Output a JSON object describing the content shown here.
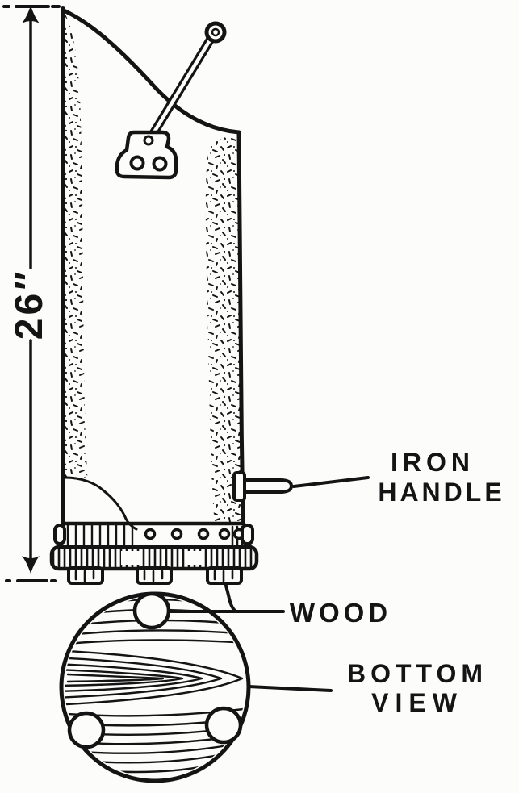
{
  "illustration": {
    "dimension": {
      "label": "26″"
    },
    "callouts": {
      "iron_handle": {
        "line1": "IRON",
        "line2": "HANDLE"
      },
      "wood": {
        "label": "WOOD"
      },
      "bottom_view": {
        "line1": "BOTTOM",
        "line2": "VIEW"
      }
    },
    "colors": {
      "ink": "#141414",
      "paper": "#fcfcfb"
    }
  }
}
